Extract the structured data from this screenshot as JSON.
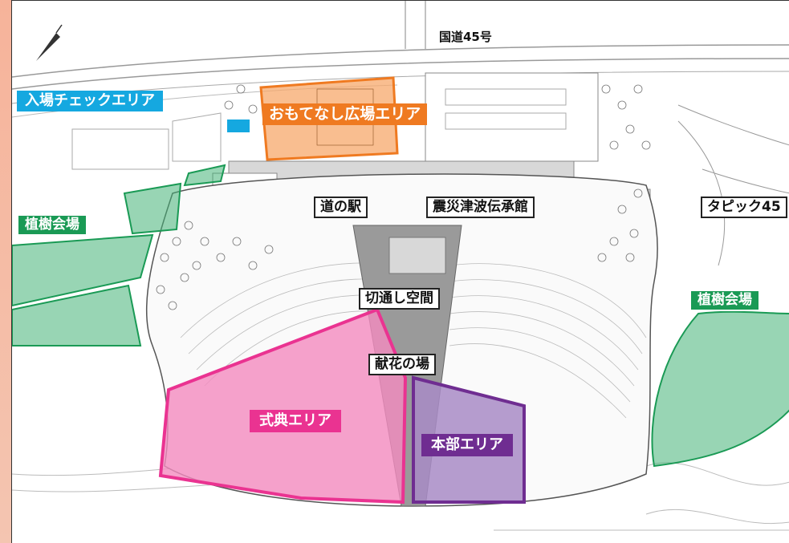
{
  "road_label": "国道45号",
  "zones": {
    "entry_check": "入場チェックエリア",
    "omotenashi": "おもてなし広場エリア",
    "planting_left": "植樹会場",
    "planting_right": "植樹会場",
    "ceremony": "式典エリア",
    "headquarters": "本部エリア"
  },
  "facilities": {
    "michi_no_eki": "道の駅",
    "memorial_hall": "震災津波伝承館",
    "tapic": "タピック45",
    "kiritoshi": "切通し空間",
    "kenka": "献花の場"
  },
  "colors": {
    "entry": "#15a8e0",
    "omotenashi": "#ef7a21",
    "planting": "#1a9a55",
    "ceremony": "#ea3391",
    "headquarters": "#6f2d91"
  }
}
